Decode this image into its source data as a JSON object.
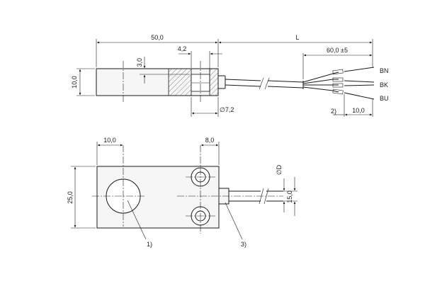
{
  "dimensions": {
    "total_width": "50,0",
    "cable_length": "L",
    "stripped_length": "60,0 ±5",
    "slot_depth": "3,0",
    "slot_width": "4,2",
    "body_height": "10,0",
    "cable_diameter": "∅7,2",
    "wire_end": "10,0",
    "note_2": "2)",
    "face_offset": "10,0",
    "hole_spacing": "8,0",
    "body_depth": "25,0",
    "hole_pitch": "15,0",
    "hole_diameter": "∅D"
  },
  "wires": [
    "BN",
    "BK",
    "BU"
  ],
  "notes": {
    "sensing_face": "1)",
    "cable_exit": "3)"
  },
  "colors": {
    "line": "#1a1a1a",
    "body": "#f6f6f6"
  }
}
